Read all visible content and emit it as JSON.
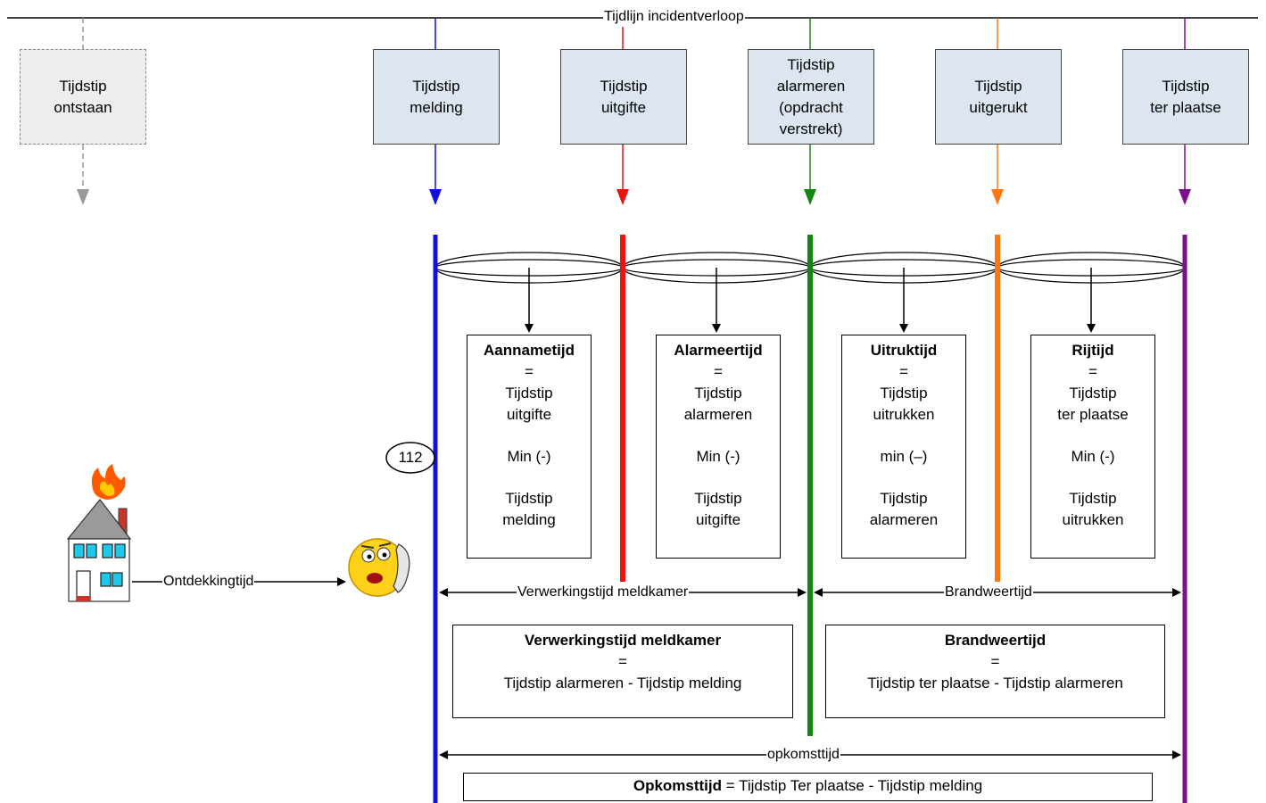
{
  "header": {
    "timeline_title": "Tijdlijn incidentverloop"
  },
  "time_boxes": [
    {
      "id": "ontstaan",
      "lines": [
        "Tijdstip",
        "ontstaan"
      ],
      "color": "#999999"
    },
    {
      "id": "melding",
      "lines": [
        "Tijdstip",
        "melding"
      ],
      "color": "#1010e0"
    },
    {
      "id": "uitgifte",
      "lines": [
        "Tijdstip",
        "uitgifte"
      ],
      "color": "#ee1111"
    },
    {
      "id": "alarmeren",
      "lines": [
        "Tijdstip",
        "alarmeren",
        "(opdracht",
        "verstrekt)"
      ],
      "color": "#118811"
    },
    {
      "id": "uitgerukt",
      "lines": [
        "Tijdstip",
        "uitgerukt"
      ],
      "color": "#ff7711"
    },
    {
      "id": "ter_plaatse",
      "lines": [
        "Tijdstip",
        "ter plaatse"
      ],
      "color": "#7a108a"
    }
  ],
  "formula_boxes": [
    {
      "title": "Aannametijd",
      "eq": "=",
      "a": [
        "Tijdstip",
        "uitgifte"
      ],
      "op": "Min (-)",
      "b": [
        "Tijdstip",
        "melding"
      ]
    },
    {
      "title": "Alarmeertijd",
      "eq": "=",
      "a": [
        "Tijdstip",
        "alarmeren"
      ],
      "op": "Min (-)",
      "b": [
        "Tijdstip",
        "uitgifte"
      ]
    },
    {
      "title": "Uitruktijd",
      "eq": "=",
      "a": [
        "Tijdstip",
        "uitrukken"
      ],
      "op": "min (–)",
      "b": [
        "Tijdstip",
        "alarmeren"
      ]
    },
    {
      "title": "Rijtijd",
      "eq": "=",
      "a": [
        "Tijdstip",
        "ter plaatse"
      ],
      "op": "Min (-)",
      "b": [
        "Tijdstip",
        "uitrukken"
      ]
    }
  ],
  "phone_label": "112",
  "discovery_label": "Ontdekkingtijd",
  "spans": {
    "verwerking_label": "Verwerkingstijd meldkamer",
    "brandweer_label": "Brandweertijd",
    "opkomst_label": "opkomsttijd"
  },
  "summary_boxes": {
    "verwerking": {
      "title": "Verwerkingstijd meldkamer",
      "eq": "=",
      "formula": "Tijdstip alarmeren - Tijdstip melding"
    },
    "brandweer": {
      "title": "Brandweertijd",
      "eq": "=",
      "formula": "Tijdstip ter plaatse - Tijdstip alarmeren"
    },
    "opkomst": {
      "title": "Opkomsttijd",
      "formula": " = Tijdstip Ter plaatse - Tijdstip melding"
    }
  }
}
